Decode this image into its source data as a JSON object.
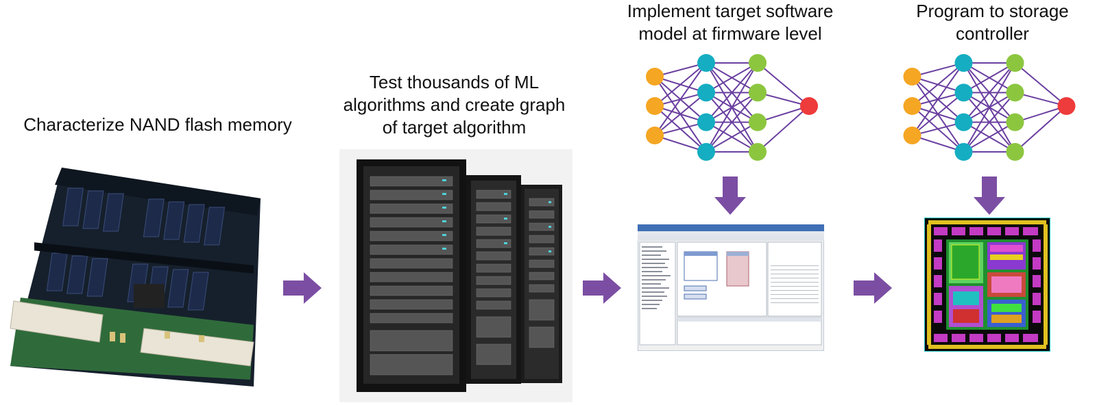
{
  "steps": [
    {
      "caption": "Characterize NAND flash memory",
      "image": "nand-flash-board"
    },
    {
      "caption": "Test thousands of ML algorithms and create graph of target algorithm",
      "image": "server-racks"
    },
    {
      "caption": "Implement target software model at firmware level",
      "image": "software-ide-window"
    },
    {
      "caption": "Program to storage controller",
      "image": "storage-controller-chip-layout"
    }
  ],
  "colors": {
    "arrow": "#7b4ea3",
    "edge": "#6a3fa0",
    "input_node": "#f5a623",
    "hidden1_node": "#15adc1",
    "hidden2_node": "#8cc63f",
    "output_node": "#ee3b3b"
  },
  "neural_net": {
    "layers": [
      3,
      4,
      4,
      1
    ]
  }
}
